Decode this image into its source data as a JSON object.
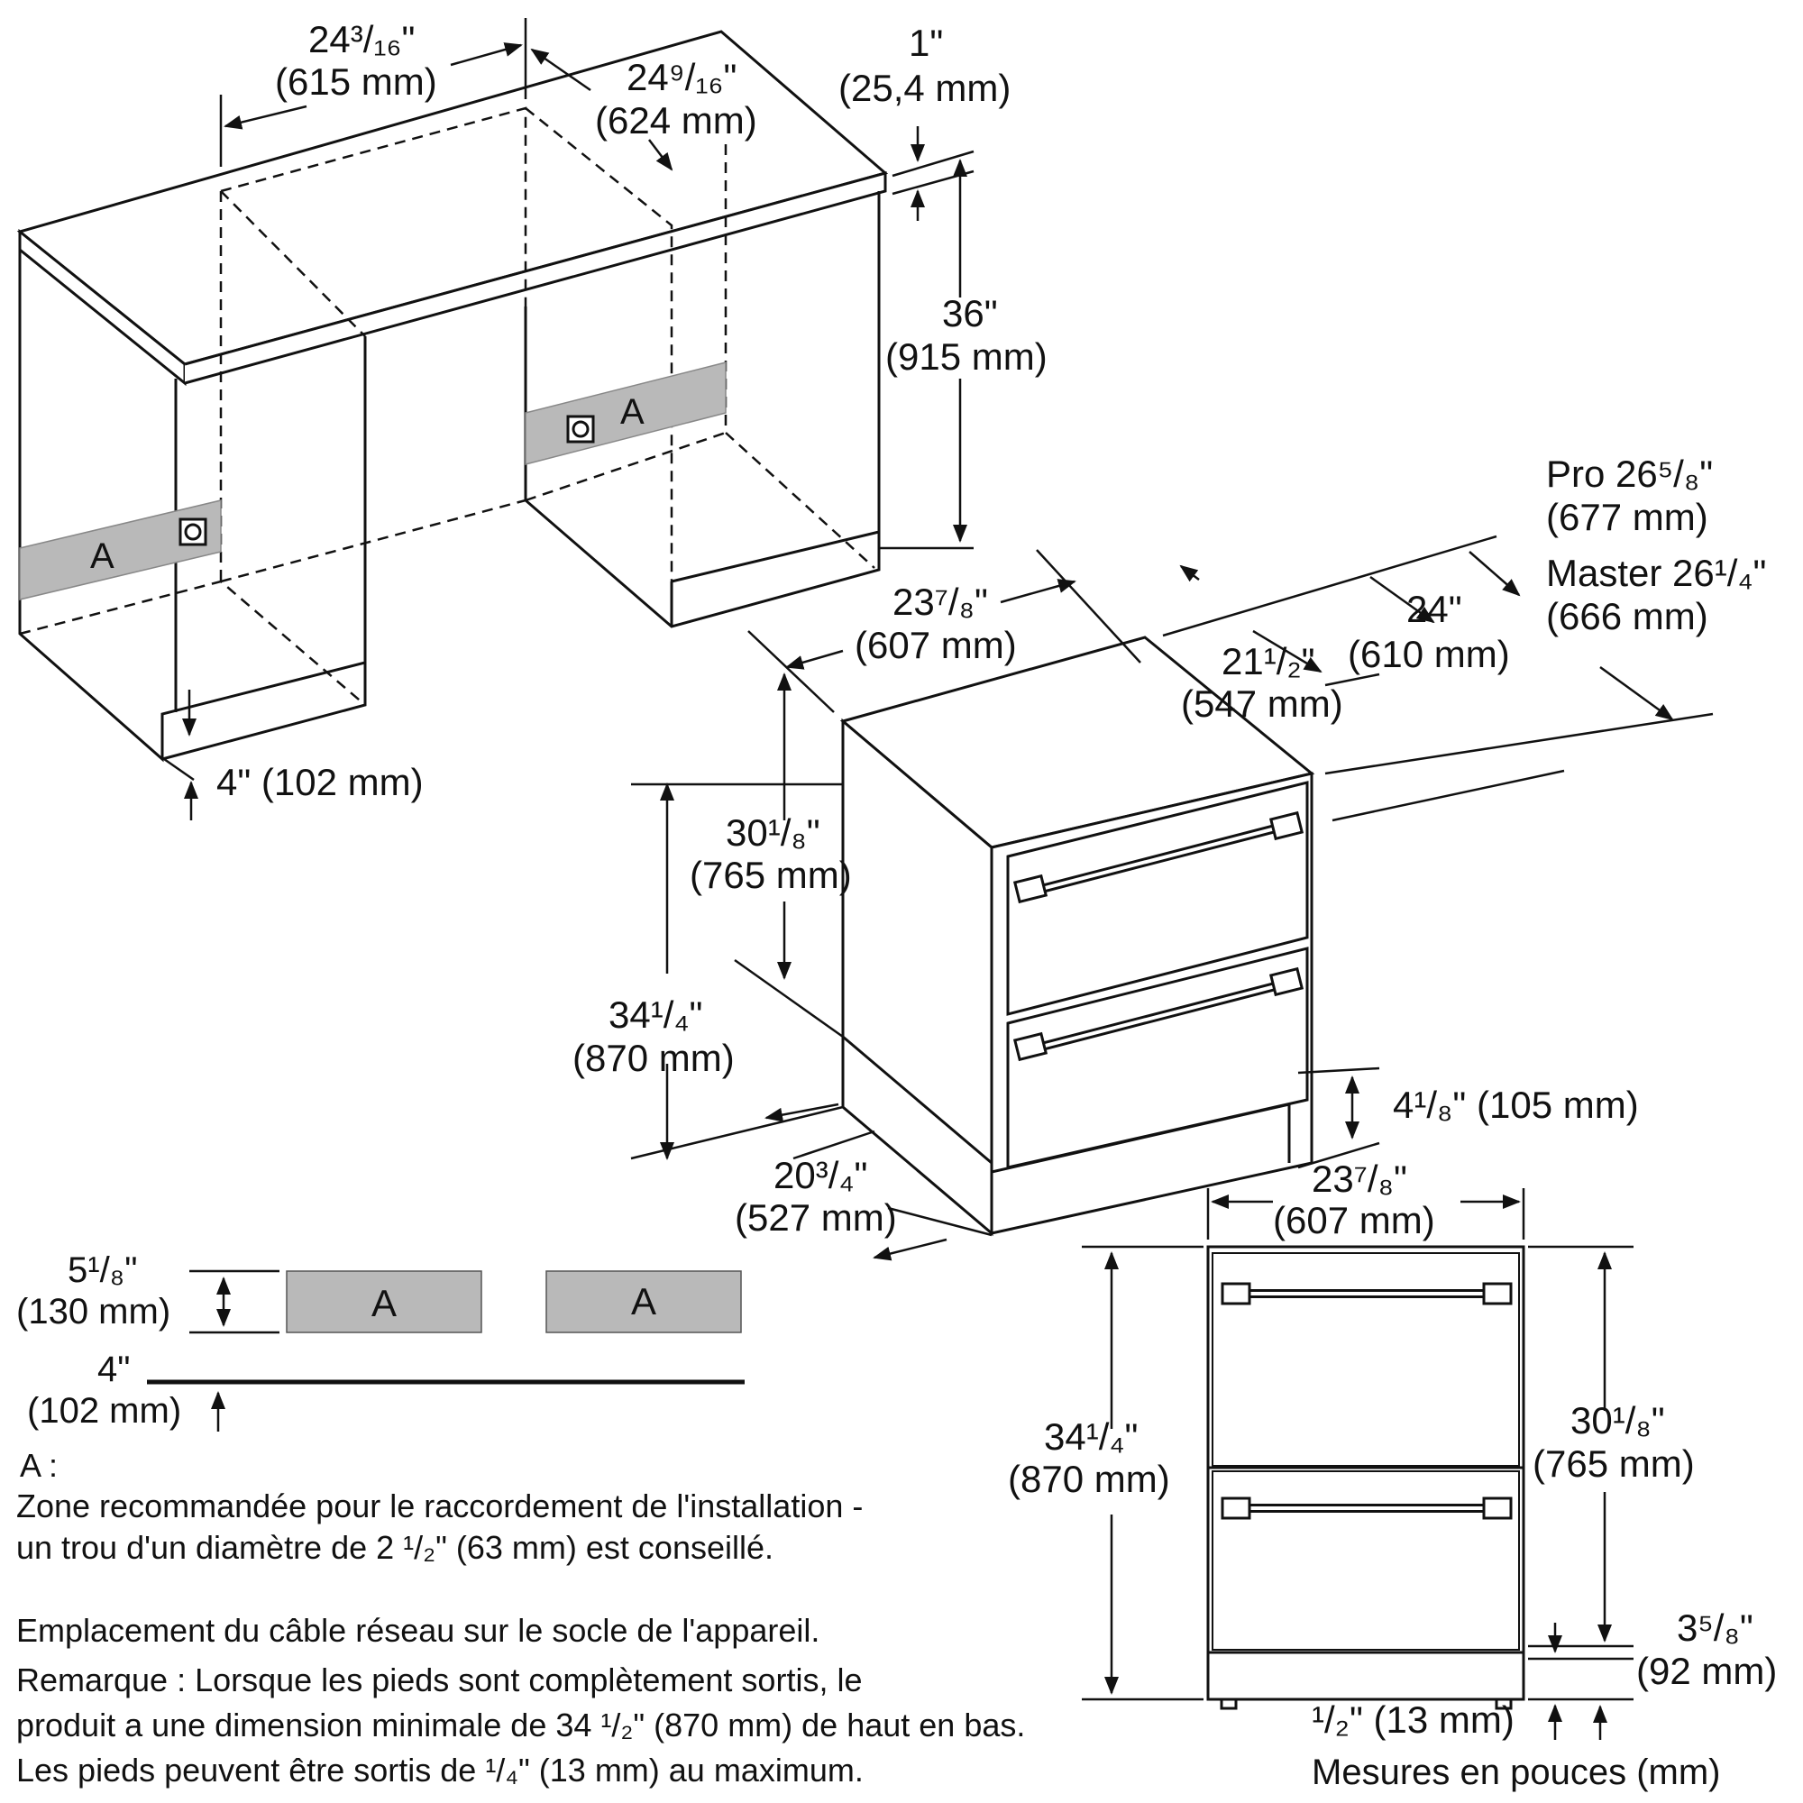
{
  "zone_letter": "A",
  "dimensions": {
    "cab_width_a_in": "24³/₁₆\"",
    "cab_width_a_mm": "(615 mm)",
    "cab_depth_in": "24⁹/₁₆\"",
    "cab_depth_mm": "(624 mm)",
    "counter_thick_in": "1\"",
    "counter_thick_mm": "(25,4 mm)",
    "counter_height_in": "36\"",
    "counter_height_mm": "(915 mm)",
    "toe_kick_label": "4\" (102 mm)",
    "pro_depth_in": "Pro 26⁵/₈\"",
    "pro_depth_mm": "(677 mm)",
    "master_depth_in": "Master 26¹/₄\"",
    "master_depth_mm": "(666 mm)",
    "unit_width_iso_in": "23⁷/₈\"",
    "unit_width_iso_mm": "(607 mm)",
    "unit_depth_24_in": "24\"",
    "unit_depth_24_mm": "(610 mm)",
    "unit_depth_21_in": "21¹/₂\"",
    "unit_depth_21_mm": "(547 mm)",
    "cabinet_h_iso_in": "30¹/₈\"",
    "cabinet_h_iso_mm": "(765 mm)",
    "total_h_iso_in": "34¹/₄\"",
    "total_h_iso_mm": "(870 mm)",
    "base_h_label": "4¹/₈\" (105 mm)",
    "base_depth_in": "20³/₄\"",
    "base_depth_mm": "(527 mm)",
    "front_width_in": "23⁷/₈\"",
    "front_width_mm": "(607 mm)",
    "front_total_h_in": "34¹/₄\"",
    "front_total_h_mm": "(870 mm)",
    "front_cab_h_in": "30¹/₈\"",
    "front_cab_h_mm": "(765 mm)",
    "front_base_h_in": "3⁵/₈\"",
    "front_base_h_mm": "(92 mm)",
    "front_foot_label": "¹/₂\" (13 mm)",
    "zone_h_in": "5¹/₈\"",
    "zone_h_mm": "(130 mm)",
    "floor_gap_in": "4\"",
    "floor_gap_mm": "(102 mm)"
  },
  "notes": {
    "a_label": "A :",
    "a_line1": "Zone recommandée pour le raccordement de l'installation -",
    "a_line2": "un trou d'un diamètre de 2 ¹/₂\" (63 mm) est conseillé.",
    "cable_line": "Emplacement du câble réseau sur le socle de l'appareil.",
    "remark_line1": "Remarque : Lorsque les pieds sont complètement sortis, le",
    "remark_line2": "produit a une dimension minimale de 34 ¹/₂\" (870 mm) de haut en bas.",
    "remark_line3": "Les pieds peuvent être sortis de ¹/₄\" (13 mm) au maximum."
  },
  "units_caption": "Mesures en pouces (mm)"
}
